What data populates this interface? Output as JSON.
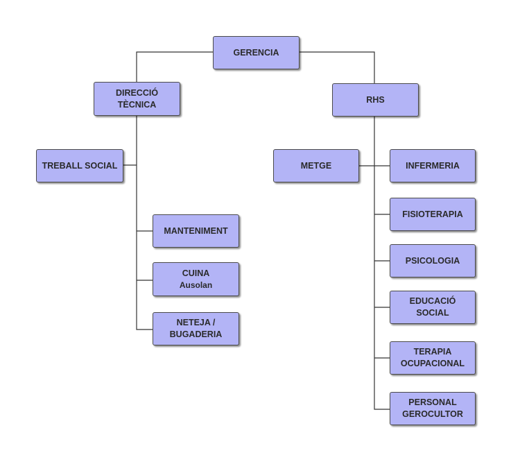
{
  "colors": {
    "box_fill": "#b3b4f6",
    "box_border": "#4a4a4a",
    "connector": "#333333",
    "text": "#2a2a2a"
  },
  "nodes": {
    "gerencia": {
      "line1": "GERENCIA"
    },
    "direccio_tecnica": {
      "line1": "DIRECCIÓ",
      "line2": "TÈCNICA"
    },
    "rhs": {
      "line1": "RHS"
    },
    "treball_social": {
      "line1": "TREBALL SOCIAL"
    },
    "manteniment": {
      "line1": "MANTENIMENT"
    },
    "cuina": {
      "line1": "CUINA",
      "line2": "Ausolan"
    },
    "neteja": {
      "line1": "NETEJA /",
      "line2": "BUGADERIA"
    },
    "metge": {
      "line1": "METGE"
    },
    "infermeria": {
      "line1": "INFERMERIA"
    },
    "fisioterapia": {
      "line1": "FISIOTERAPIA"
    },
    "psicologia": {
      "line1": "PSICOLOGIA"
    },
    "educacio_social": {
      "line1": "EDUCACIÓ",
      "line2": "SOCIAL"
    },
    "terapia_ocupacional": {
      "line1": "TERAPIA",
      "line2": "OCUPACIONAL"
    },
    "personal_gerocultor": {
      "line1": "PERSONAL",
      "line2": "GEROCULTOR"
    }
  }
}
